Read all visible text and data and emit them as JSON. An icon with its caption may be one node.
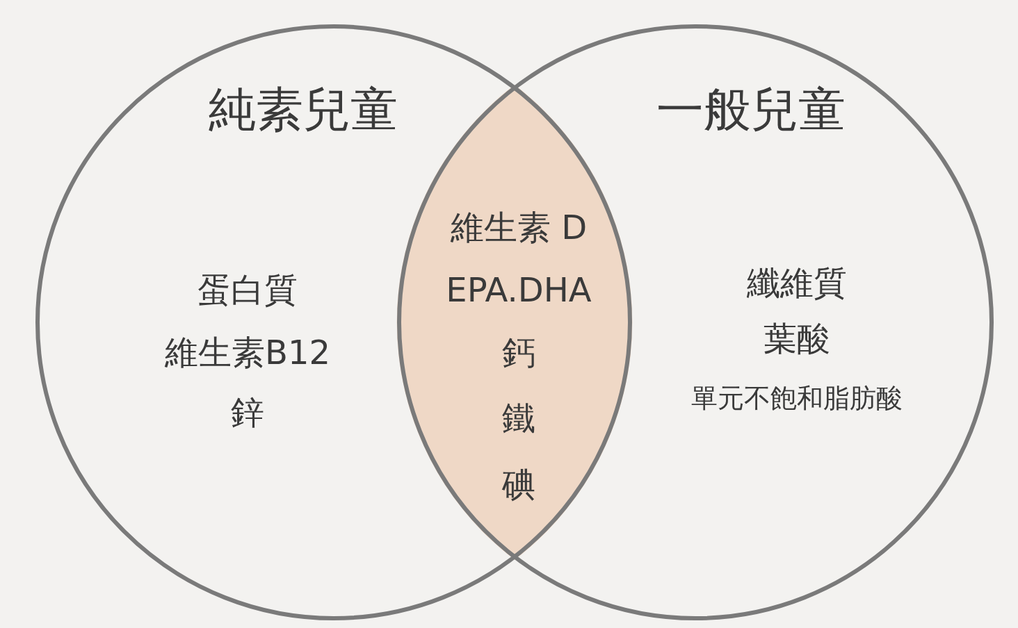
{
  "diagram": {
    "nodes": [
      {
        "text": [
          "純素兒童",
          "蛋白質",
          "維生素B12",
          "鋅"
        ]
      },
      {
        "text": [
          "一般兒童",
          "纖維質",
          "葉酸",
          "單元不飽和脂肪酸"
        ]
      },
      {
        "text": [
          "維生素 D",
          "EPA.DHA",
          "鈣",
          "鐵",
          "碘"
        ]
      }
    ],
    "edges": []
  }
}
